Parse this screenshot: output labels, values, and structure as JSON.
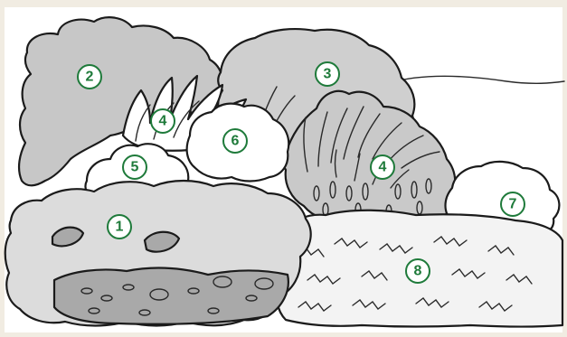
{
  "colors": {
    "background": "#f1ece2",
    "paper": "#ffffff",
    "shrub_dark": "#c7c7c7",
    "shrub_mid": "#d6d6d6",
    "shrub_light": "#e2e2e2",
    "outline": "#1b1b1b",
    "marker_fill": "#ffffff",
    "marker_ring": "#1e7a3a",
    "marker_text": "#1e7a3a"
  },
  "markers": [
    {
      "label": "1",
      "plant": "front-left-shrub"
    },
    {
      "label": "2",
      "plant": "tall-back-left-shrub"
    },
    {
      "label": "3",
      "plant": "large-back-center-shrub"
    },
    {
      "label": "4",
      "plant": "ornamental-grass-left"
    },
    {
      "label": "4",
      "plant": "ornamental-grass-right"
    },
    {
      "label": "5",
      "plant": "small-mounded-shrub"
    },
    {
      "label": "6",
      "plant": "white-mounded-shrub"
    },
    {
      "label": "7",
      "plant": "low-right-shrub"
    },
    {
      "label": "8",
      "plant": "groundcover"
    }
  ]
}
